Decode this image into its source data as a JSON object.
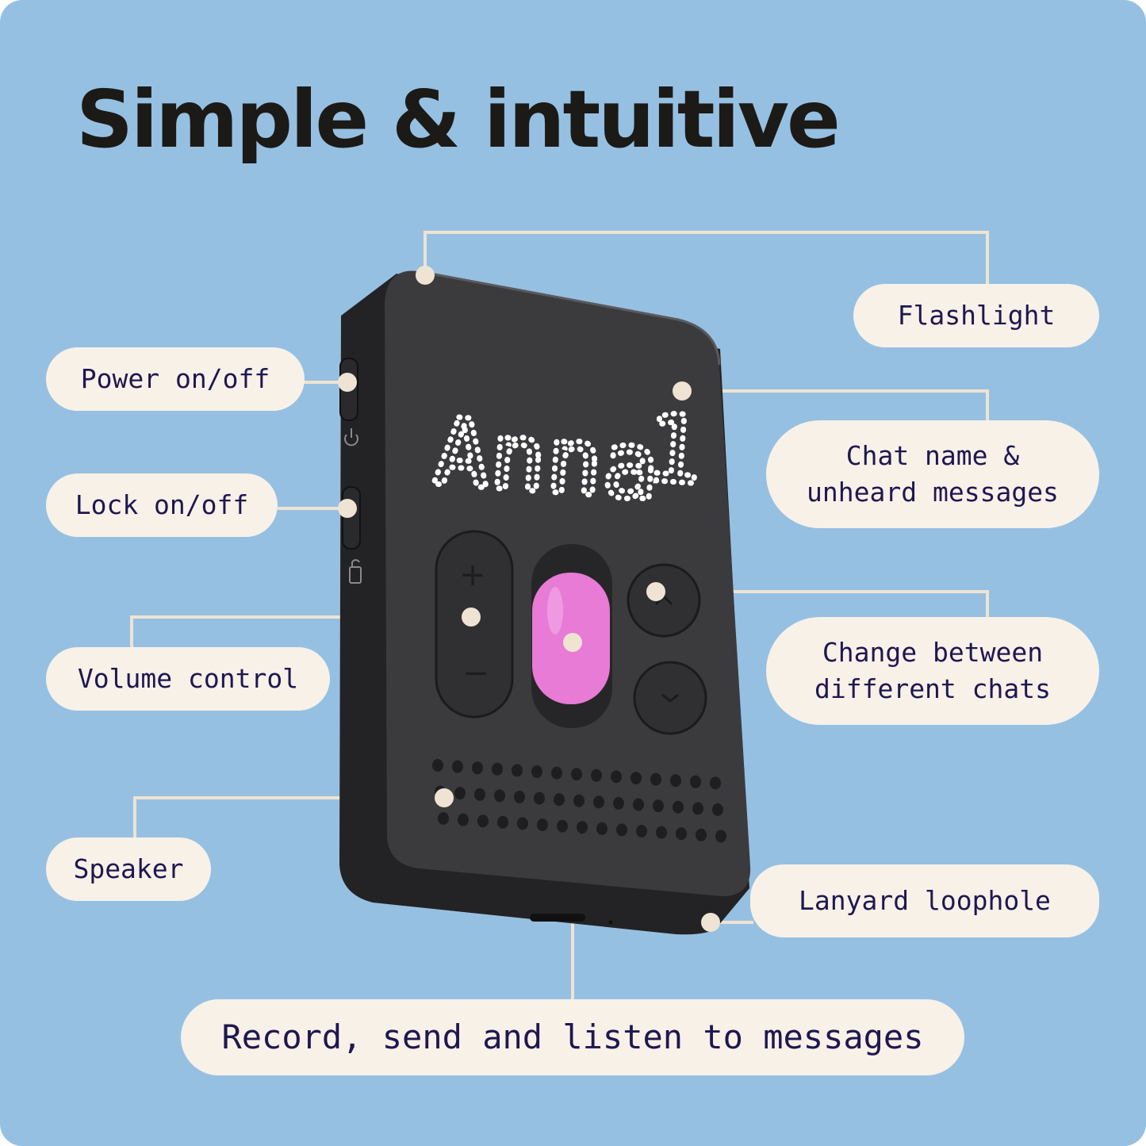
{
  "headline": "Simple & intuitive",
  "colors": {
    "background": "#96c0e2",
    "callout_bg": "#f8f1e8",
    "callout_text": "#1f1750",
    "device_body": "#3a3a3d",
    "record_button": "#e77bd6",
    "leader_line": "#efe3d3"
  },
  "device": {
    "display_text": "Anna",
    "display_counter": "1",
    "volume_up_symbol": "+",
    "volume_down_symbol": "−"
  },
  "callouts": {
    "flashlight": "Flashlight",
    "power": "Power on/off",
    "chat_name_line1": "Chat name &",
    "chat_name_line2": "unheard messages",
    "lock": "Lock on/off",
    "volume": "Volume control",
    "change_chats_line1": "Change between",
    "change_chats_line2": "different chats",
    "speaker": "Speaker",
    "lanyard": "Lanyard loophole",
    "record": "Record, send and listen to messages"
  }
}
